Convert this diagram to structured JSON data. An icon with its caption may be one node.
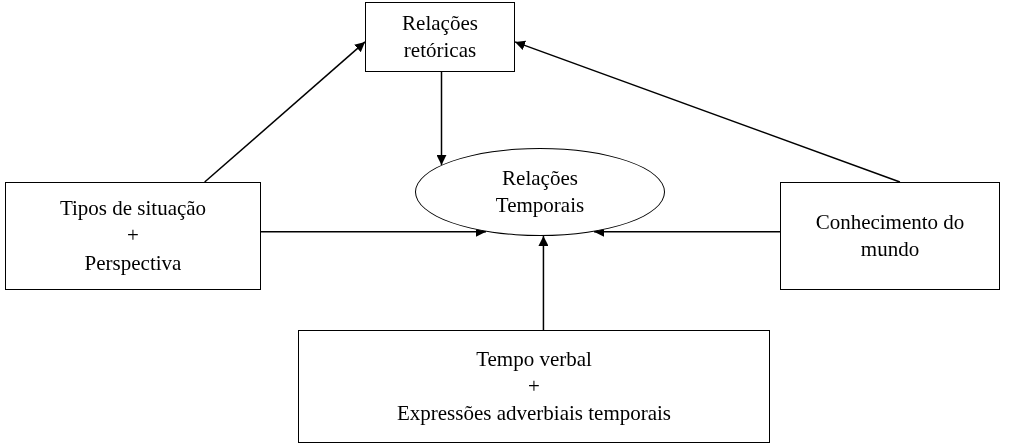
{
  "diagram": {
    "nodes": [
      {
        "text": [
          "Relações retóricas"
        ]
      },
      {
        "text": [
          "Tipos de situação",
          "+",
          "Perspectiva"
        ]
      },
      {
        "text": [
          "Relações Temporais"
        ]
      },
      {
        "text": [
          "Conhecimento do mundo"
        ]
      },
      {
        "text": [
          "Tempo verbal",
          "+",
          "Expressões adverbiais temporais"
        ]
      }
    ],
    "edges": [
      {
        "from": 1,
        "to": 0,
        "arrow": "to"
      },
      {
        "from": 3,
        "to": 0,
        "arrow": "to"
      },
      {
        "from": 0,
        "to": 2,
        "arrow": "to"
      },
      {
        "from": 1,
        "to": 2,
        "arrow": "to"
      },
      {
        "from": 3,
        "to": 2,
        "arrow": "to"
      },
      {
        "from": 4,
        "to": 2,
        "arrow": "to"
      }
    ]
  }
}
